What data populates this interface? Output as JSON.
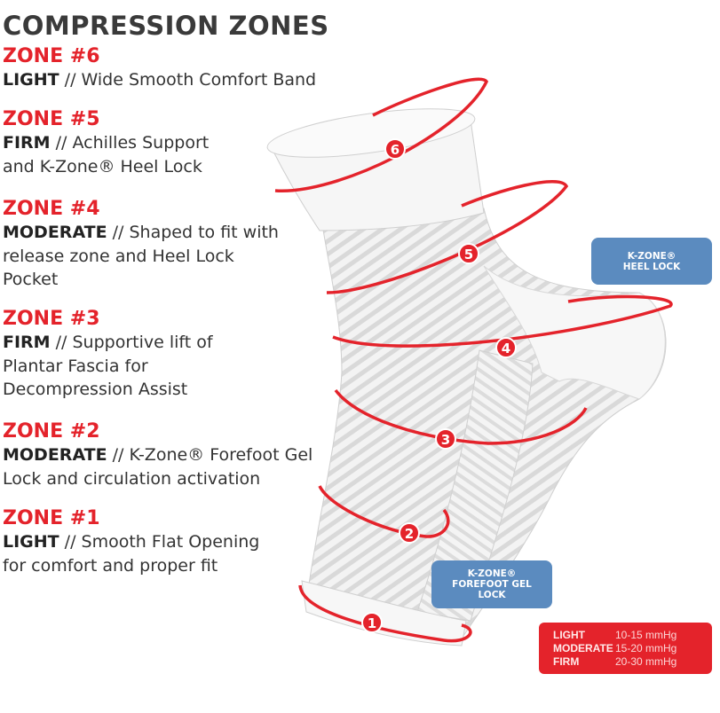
{
  "title": "COMPRESSION ZONES",
  "zones": [
    {
      "heading": "ZONE #6",
      "level": "LIGHT",
      "desc": " // Wide Smooth Comfort Band"
    },
    {
      "heading": "ZONE #5",
      "level": "FIRM",
      "desc": " // Achilles Support\nand K-Zone® Heel Lock"
    },
    {
      "heading": "ZONE #4",
      "level": "MODERATE",
      "desc": " // Shaped to fit with\nrelease zone and Heel Lock\nPocket"
    },
    {
      "heading": "ZONE #3",
      "level": "FIRM",
      "desc": " // Supportive lift of\nPlantar Fascia for\nDecompression Assist"
    },
    {
      "heading": "ZONE #2",
      "level": "MODERATE",
      "desc": " // K-Zone® Forefoot Gel\nLock and circulation activation"
    },
    {
      "heading": "ZONE #1",
      "level": "LIGHT",
      "desc": " // Smooth Flat Opening\nfor comfort and proper fit"
    }
  ],
  "markers": [
    "6",
    "5",
    "4",
    "3",
    "2",
    "1"
  ],
  "labels": {
    "heel_lock": [
      "K-ZONE®",
      "HEEL LOCK"
    ],
    "forefoot_lock": [
      "K-ZONE®",
      "FOREFOOT GEL",
      "LOCK"
    ]
  },
  "legend": [
    {
      "level": "LIGHT",
      "value": "10-15 mmHg"
    },
    {
      "level": "MODERATE",
      "value": "15-20 mmHg"
    },
    {
      "level": "FIRM",
      "value": "20-30 mmHg"
    }
  ],
  "colors": {
    "accent": "#e4232b",
    "label_blue": "#5b8bbf",
    "sleeve": "#f1f1f1"
  }
}
